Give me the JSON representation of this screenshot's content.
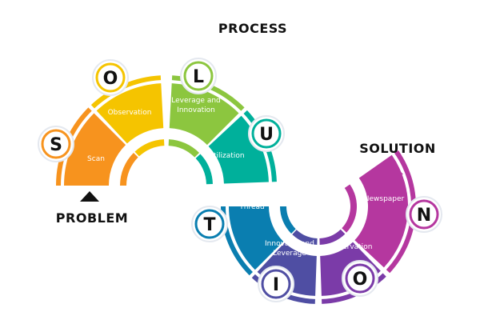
{
  "titles": {
    "process": "PROCESS",
    "problem": "PROBLEM",
    "solution": "SOLUTION"
  },
  "segments": [
    {
      "letter": "S",
      "label": [
        "Scan"
      ],
      "color": "#f7931e"
    },
    {
      "letter": "O",
      "label": [
        "Observation"
      ],
      "color": "#f5c400"
    },
    {
      "letter": "L",
      "label": [
        "Leverage and",
        "Innovation"
      ],
      "color": "#8cc63f"
    },
    {
      "letter": "U",
      "label": [
        "Utilization"
      ],
      "color": "#00b09b"
    },
    {
      "letter": "T",
      "label": [
        "Thread"
      ],
      "color": "#0a7eb0"
    },
    {
      "letter": "I",
      "label": [
        "Innovatin and",
        "Leverage"
      ],
      "color": "#4f4ea3"
    },
    {
      "letter": "O",
      "label": [
        "Observation"
      ],
      "color": "#7b3ba8"
    },
    {
      "letter": "N",
      "label": [
        "Newspaper"
      ],
      "color": "#b5379f"
    }
  ]
}
